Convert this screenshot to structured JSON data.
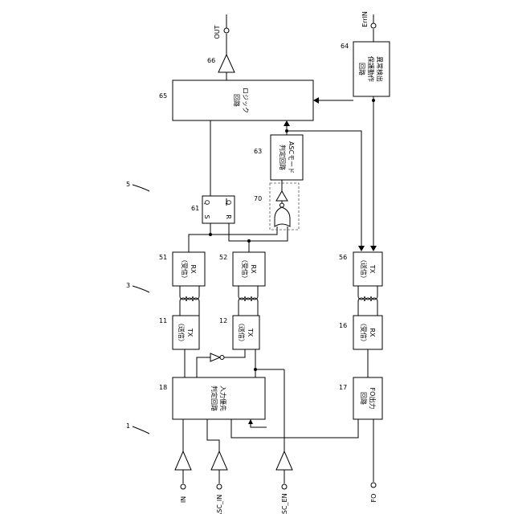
{
  "refs": {
    "r1": "1",
    "r3": "3",
    "r5": "5",
    "r11": "11",
    "r12": "12",
    "r16": "16",
    "r17": "17",
    "r18": "18",
    "r51": "51",
    "r52": "52",
    "r56": "56",
    "r61": "61",
    "r63": "63",
    "r64": "64",
    "r65": "65",
    "r66": "66",
    "r70": "70"
  },
  "terminals": {
    "in": "IN",
    "asc_in": "ASC_IN",
    "asc_en": "ASC_EN",
    "fo": "FO",
    "out": "OUT",
    "errin": "ErrIN"
  },
  "blocks": {
    "input_priority": [
      "入力優先",
      "判定回路"
    ],
    "tx11": [
      "TX",
      "（送信）"
    ],
    "tx12": [
      "TX",
      "（送信）"
    ],
    "rx16": [
      "RX",
      "（受信）"
    ],
    "rx51": [
      "RX",
      "（受信）"
    ],
    "rx52": [
      "RX",
      "（受信）"
    ],
    "tx56": [
      "TX",
      "（送信）"
    ],
    "fo_out": [
      "FO出力",
      "回路"
    ],
    "logic": [
      "ロジック",
      "回路"
    ],
    "asc_mode": [
      "ASCモード",
      "判定回路"
    ],
    "error_detect": [
      "異常検出",
      "保護動作",
      "回路"
    ]
  },
  "flipflop": {
    "s": "S",
    "r": "R",
    "q": "Q",
    "qbar": "Q"
  }
}
